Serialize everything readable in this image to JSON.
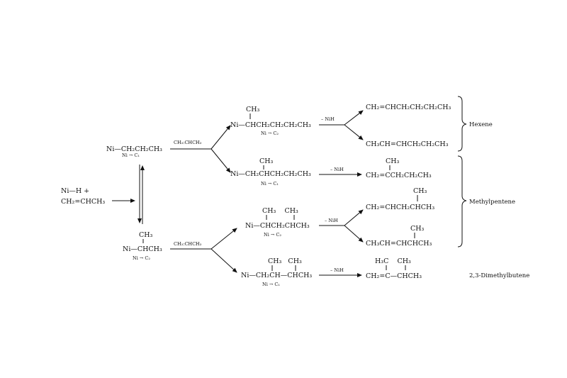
{
  "reactant": {
    "line1": "Ni—H +",
    "line2": "CH₂=CHCH₃"
  },
  "primary": {
    "formula": "Ni—CH₂CH₂CH₃",
    "note": "Ni → C₁"
  },
  "secondary": {
    "sub": "CH₃",
    "formula": "Ni—CHCH₃",
    "note": "Ni → C₂"
  },
  "reagents": {
    "addition": "CH₃:CHCH₃",
    "elimination": "– NiH"
  },
  "intermediates": [
    {
      "sub": "CH₃",
      "formula": "Ni—CHCH₂CH₂CH₂CH₃",
      "note": "Ni → C₂"
    },
    {
      "sub": "CH₃",
      "formula": "Ni—CH₂CHCH₂CH₂CH₃",
      "note": "Ni → C₁"
    },
    {
      "sub": "CH₃    CH₃",
      "formula": "Ni—CHCH₂CHCH₃",
      "note": "Ni → C₂"
    },
    {
      "sub": "CH₃   CH₃",
      "formula": "Ni—CH₂CH—CHCH₃",
      "note": "Ni → C₁"
    }
  ],
  "products": [
    {
      "formula": "CH₂=CHCH₂CH₂CH₂CH₃"
    },
    {
      "formula": "CH₃CH=CHCH₂CH₂CH₃"
    },
    {
      "sub": "CH₃",
      "formula": "CH₂=CCH₂CH₂CH₃"
    },
    {
      "sub": "CH₃",
      "formula": "CH₂=CHCH₂CHCH₃"
    },
    {
      "sub": "CH₃",
      "formula": "CH₃CH=CHCHCH₃"
    },
    {
      "sub": "H₃C    CH₃",
      "formula": "CH₂=C—CHCH₃"
    }
  ],
  "labels": {
    "hexene": "Hexene",
    "methylpentene": "Methylpentene",
    "dimethylbutene": "2,3-Dimethylbutene"
  }
}
